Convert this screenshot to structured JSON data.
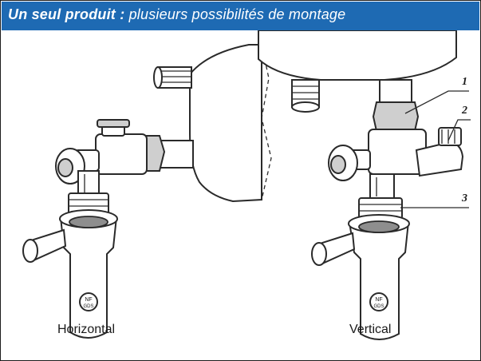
{
  "header": {
    "title_bold": "Un seul produit :",
    "title_rest": "plusieurs possibilités de montage",
    "background_color": "#1e6ab3",
    "text_color": "#ffffff"
  },
  "captions": {
    "horizontal": "Horizontal",
    "vertical": "Vertical"
  },
  "callouts": [
    "1",
    "2",
    "3"
  ],
  "badge": {
    "mark": "NF",
    "text": "GDS"
  }
}
